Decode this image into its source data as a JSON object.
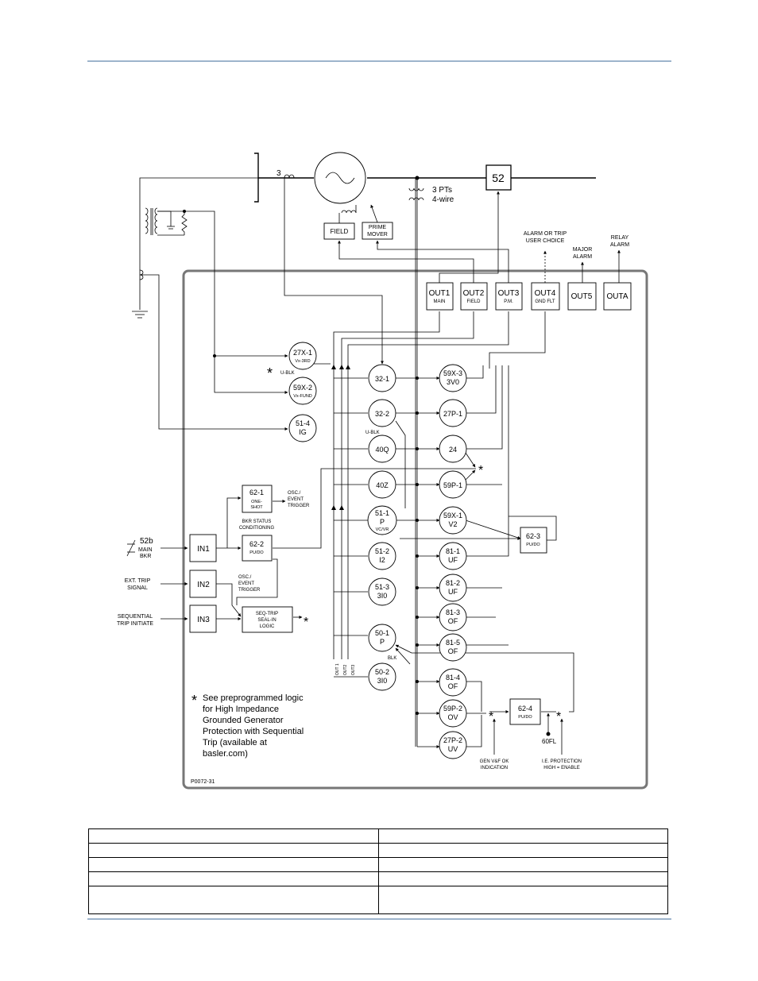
{
  "one_line": {
    "ct_count": "3",
    "breaker": "52",
    "pt_line1": "3 PTs",
    "pt_line2": "4-wire",
    "field_box": "FIELD",
    "prime_mover_line1": "PRIME",
    "prime_mover_line2": "MOVER"
  },
  "outputs_labels": {
    "alarm_trip_line1": "ALARM OR TRIP",
    "alarm_trip_line2": "USER CHOICE",
    "major_alarm_line1": "MAJOR",
    "major_alarm_line2": "ALARM",
    "relay_alarm_line1": "RELAY",
    "relay_alarm_line2": "ALARM"
  },
  "outputs": [
    {
      "name": "OUT1",
      "sub": "MAIN"
    },
    {
      "name": "OUT2",
      "sub": "FIELD"
    },
    {
      "name": "OUT3",
      "sub": "P.M."
    },
    {
      "name": "OUT4",
      "sub": "GND FLT"
    },
    {
      "name": "OUT5",
      "sub": ""
    },
    {
      "name": "OUTA",
      "sub": ""
    }
  ],
  "elements": {
    "e27x1": {
      "top": "27X-1",
      "sub": "Vx-3RD"
    },
    "e59x2": {
      "top": "59X-2",
      "sub": "Vx-FUND"
    },
    "e514": {
      "top": "51-4",
      "sub": "IG"
    },
    "e321": {
      "top": "32-1"
    },
    "e322": {
      "top": "32-2"
    },
    "e40q": {
      "top": "40Q"
    },
    "e40z": {
      "top": "40Z"
    },
    "e511": {
      "top": "51-1",
      "mid": "P",
      "sub": "VC/VR"
    },
    "e512": {
      "top": "51-2",
      "mid": "I2"
    },
    "e513": {
      "top": "51-3",
      "mid": "3I0"
    },
    "e501": {
      "top": "50-1",
      "mid": "P"
    },
    "e502": {
      "top": "50-2",
      "mid": "3I0"
    },
    "e59x3": {
      "top": "59X-3",
      "mid": "3V0"
    },
    "e27p1": {
      "top": "27P-1"
    },
    "e24": {
      "top": "24"
    },
    "e59p1": {
      "top": "59P-1"
    },
    "e59x1": {
      "top": "59X-1",
      "mid": "V2"
    },
    "e811": {
      "top": "81-1",
      "mid": "UF"
    },
    "e812": {
      "top": "81-2",
      "mid": "UF"
    },
    "e813": {
      "top": "81-3",
      "mid": "OF"
    },
    "e815": {
      "top": "81-5",
      "mid": "OF"
    },
    "e814": {
      "top": "81-4",
      "mid": "OF"
    },
    "e59p2": {
      "top": "59P-2",
      "mid": "OV"
    },
    "e27p2": {
      "top": "27P-2",
      "mid": "UV"
    }
  },
  "logic_boxes": {
    "b621": {
      "line1": "62-1",
      "line2": "ONE-",
      "line3": "SHOT"
    },
    "b622": {
      "line1": "62-2",
      "line2": "PU/DO"
    },
    "b623": {
      "line1": "62-3",
      "line2": "PU/DO"
    },
    "b624": {
      "line1": "62-4",
      "line2": "PU/DO"
    },
    "seq": {
      "line1": "SEQ-TRIP",
      "line2": "SEAL-IN",
      "line3": "LOGIC"
    }
  },
  "inputs": [
    {
      "name": "IN1"
    },
    {
      "name": "IN2"
    },
    {
      "name": "IN3"
    }
  ],
  "input_labels": {
    "bkr_line1": "52b",
    "bkr_line2": "MAIN",
    "bkr_line3": "BKR",
    "ext_line1": "EXT. TRIP",
    "ext_line2": "SIGNAL",
    "seq_line1": "SEQUENTIAL",
    "seq_line2": "TRIP INITIATE"
  },
  "annotations": {
    "osc1_line1": "OSC./",
    "osc1_line2": "EVENT",
    "osc1_line3": "TRIGGER",
    "osc2_line1": "OSC./",
    "osc2_line2": "EVENT",
    "osc2_line3": "TRIGGER",
    "bkr_status_line1": "BKR STATUS",
    "bkr_status_line2": "CONDITIONING",
    "u_blk_1": "U-BLK",
    "u_blk_2": "U-BLK",
    "blk": "BLK",
    "out1_v": "OUT 1",
    "out2_v": "OUT2",
    "out3_v": "OUT3",
    "fl60": "60FL",
    "genok_line1": "GEN V&F OK",
    "genok_line2": "INDICATION",
    "ie_line1": "I.E. PROTECTION",
    "ie_line2": "HIGH = ENABLE",
    "star": "*",
    "drawing_no": "P0072-31"
  },
  "note": {
    "line1": "See preprogrammed logic",
    "line2": "for High Impedance",
    "line3": "Grounded Generator",
    "line4": "Protection with Sequential",
    "line5": "Trip (available at",
    "line6": "basler.com)"
  }
}
